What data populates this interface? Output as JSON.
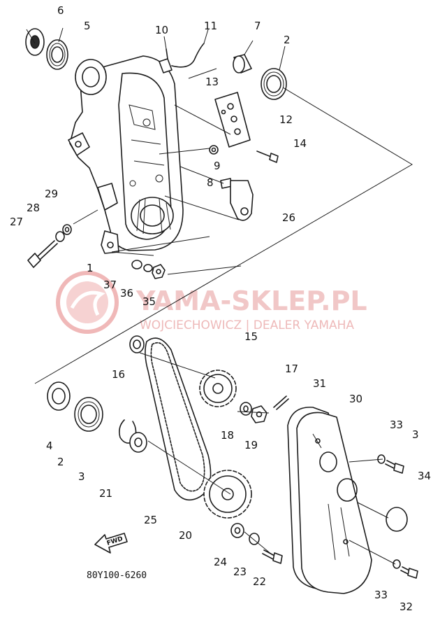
{
  "diagram": {
    "reference_code": "80Y100-6260",
    "direction_label": "FWD",
    "watermark": {
      "name": "YAMA-SKLEP.PL",
      "subtitle": "WOJCIECHOWICZ | DEALER YAMAHA",
      "color": "#e9a3a3"
    },
    "callouts": [
      {
        "id": "c6",
        "text": "6"
      },
      {
        "id": "c5",
        "text": "5"
      },
      {
        "id": "c10",
        "text": "10"
      },
      {
        "id": "c11",
        "text": "11"
      },
      {
        "id": "c7",
        "text": "7"
      },
      {
        "id": "c2a",
        "text": "2"
      },
      {
        "id": "c13",
        "text": "13"
      },
      {
        "id": "c12",
        "text": "12"
      },
      {
        "id": "c14",
        "text": "14"
      },
      {
        "id": "c9",
        "text": "9"
      },
      {
        "id": "c8",
        "text": "8"
      },
      {
        "id": "c26",
        "text": "26"
      },
      {
        "id": "c29",
        "text": "29"
      },
      {
        "id": "c28",
        "text": "28"
      },
      {
        "id": "c27",
        "text": "27"
      },
      {
        "id": "c1",
        "text": "1"
      },
      {
        "id": "c37",
        "text": "37"
      },
      {
        "id": "c36",
        "text": "36"
      },
      {
        "id": "c35",
        "text": "35"
      },
      {
        "id": "c16",
        "text": "16"
      },
      {
        "id": "c15",
        "text": "15"
      },
      {
        "id": "c17",
        "text": "17"
      },
      {
        "id": "c31",
        "text": "31"
      },
      {
        "id": "c30",
        "text": "30"
      },
      {
        "id": "c4",
        "text": "4"
      },
      {
        "id": "c2b",
        "text": "2"
      },
      {
        "id": "c3a",
        "text": "3"
      },
      {
        "id": "c21",
        "text": "21"
      },
      {
        "id": "c18",
        "text": "18"
      },
      {
        "id": "c19",
        "text": "19"
      },
      {
        "id": "c33a",
        "text": "33"
      },
      {
        "id": "c3b",
        "text": "3"
      },
      {
        "id": "c34",
        "text": "34"
      },
      {
        "id": "c25",
        "text": "25"
      },
      {
        "id": "c20",
        "text": "20"
      },
      {
        "id": "c24",
        "text": "24"
      },
      {
        "id": "c23",
        "text": "23"
      },
      {
        "id": "c22",
        "text": "22"
      },
      {
        "id": "c33b",
        "text": "33"
      },
      {
        "id": "c32",
        "text": "32"
      }
    ]
  }
}
